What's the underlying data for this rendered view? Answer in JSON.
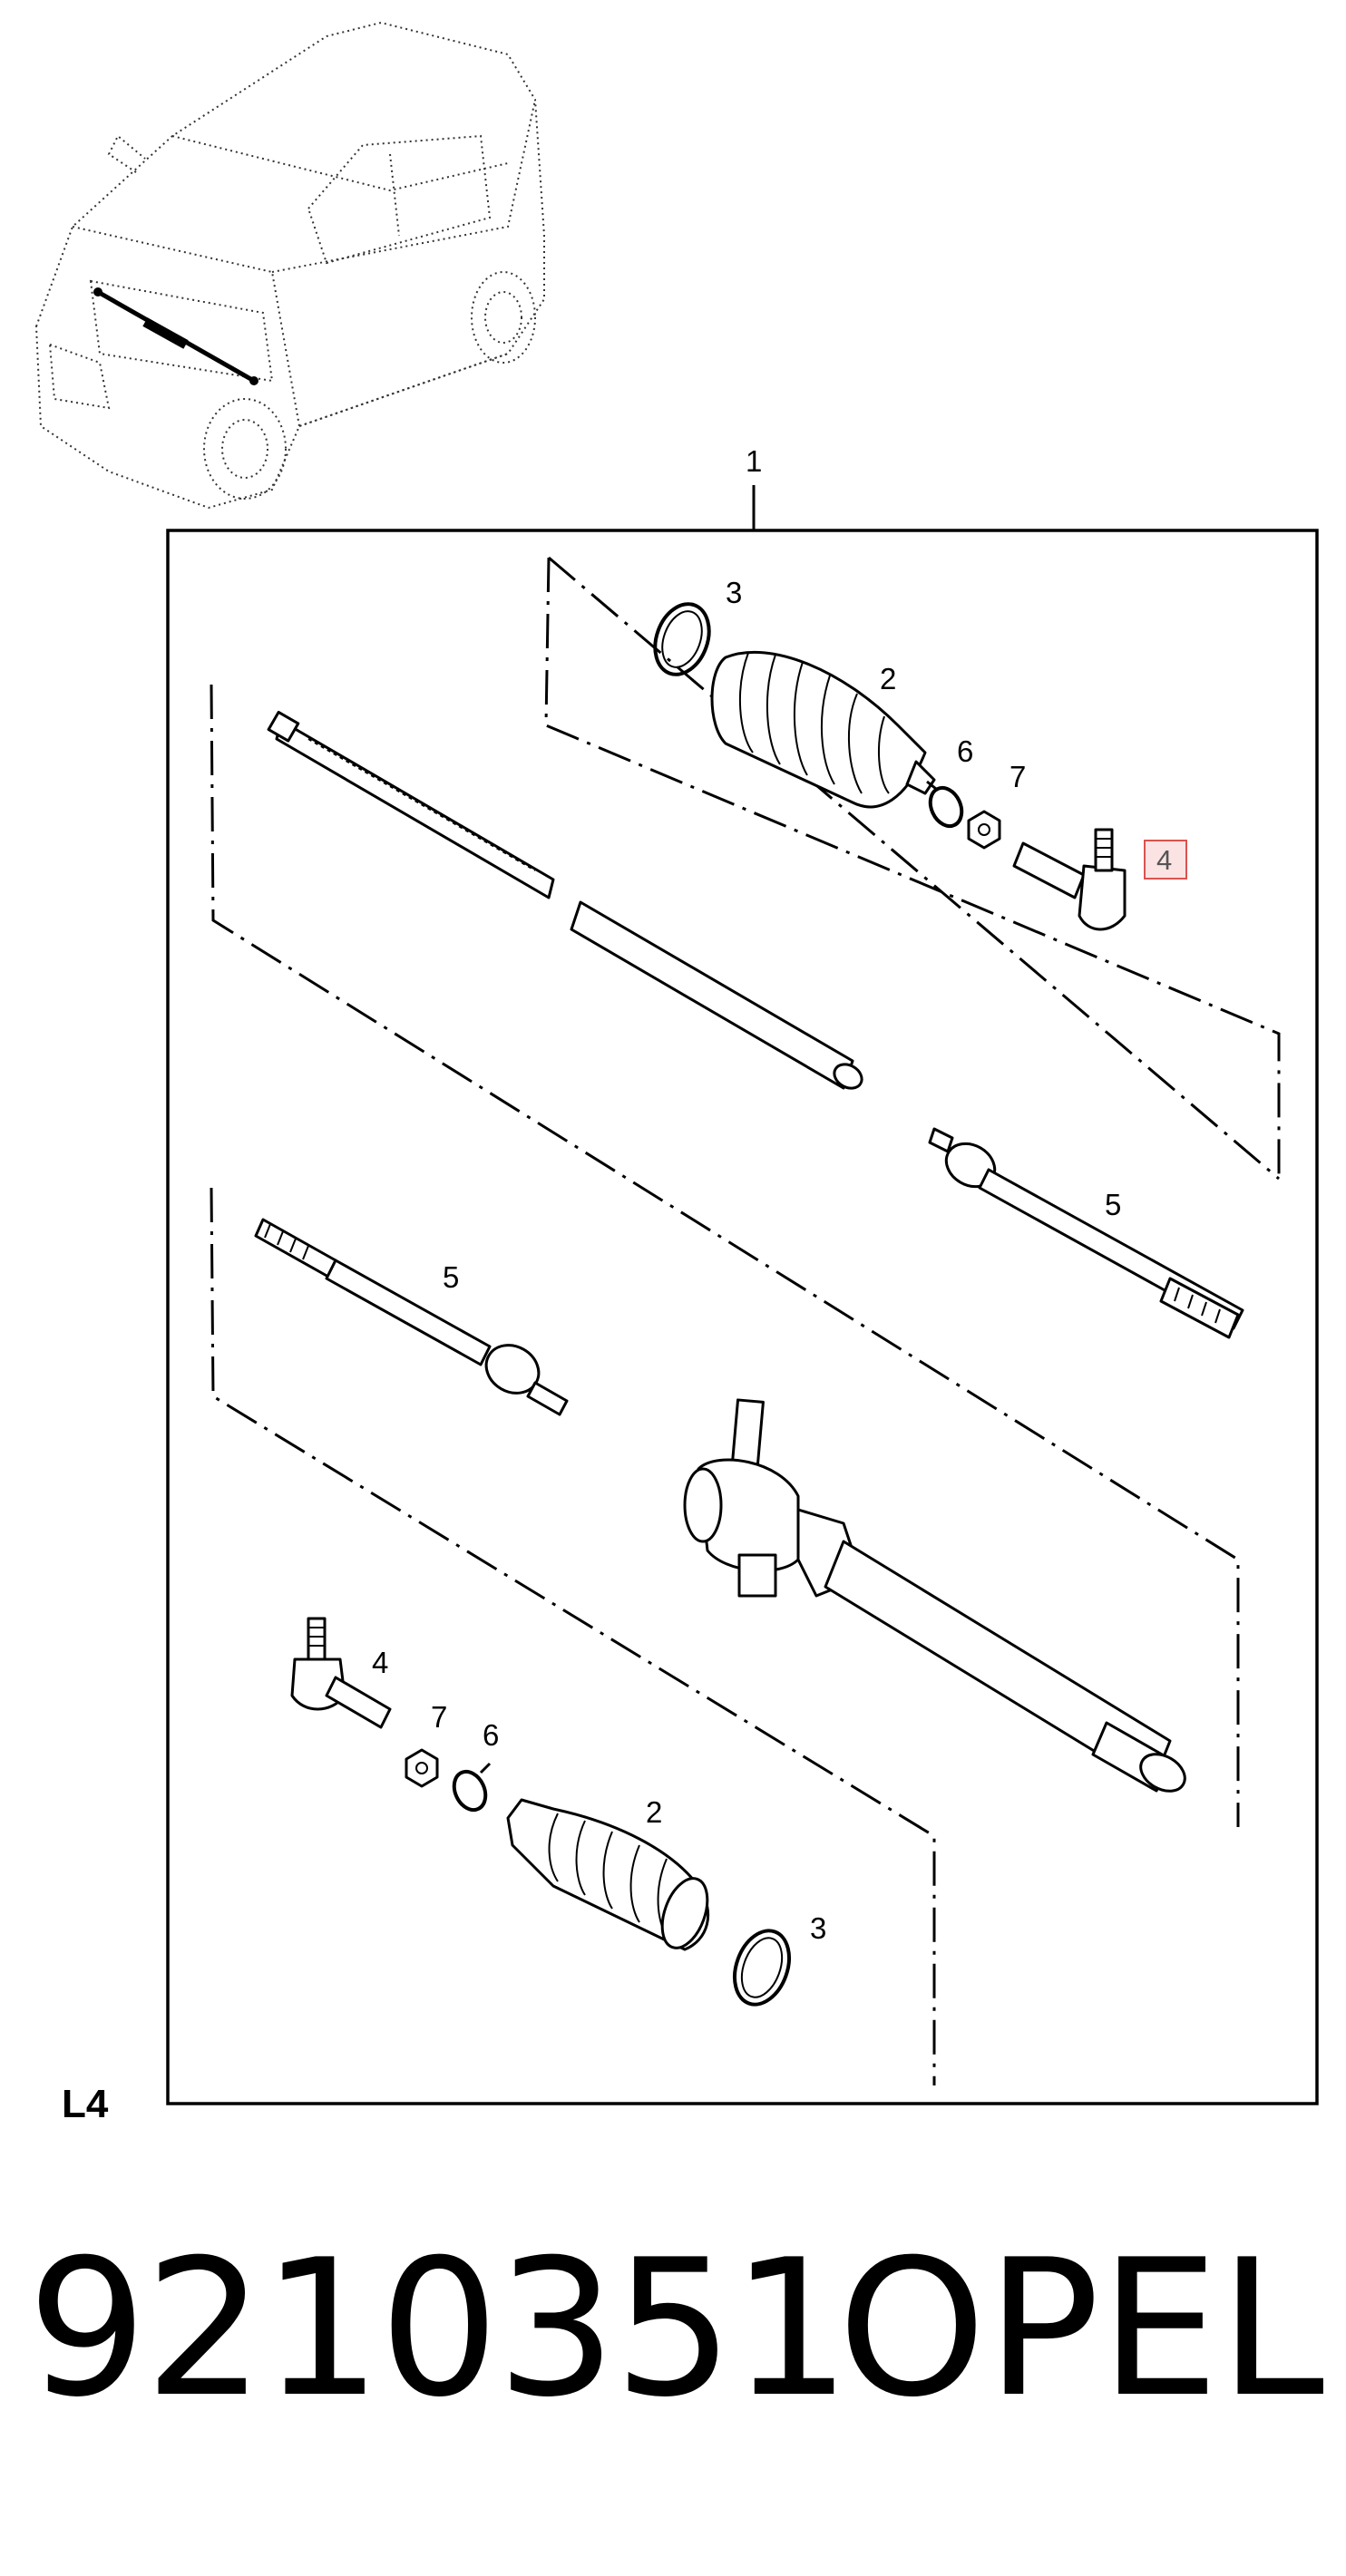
{
  "diagram": {
    "main_callout": "1",
    "plate_code": "L4",
    "highlighted_callout": "4",
    "callouts": {
      "upper_clip": "3",
      "upper_boot": "2",
      "upper_clamp": "6",
      "upper_nut": "7",
      "upper_tie_rod_end": "4",
      "right_inner_tie_rod": "5",
      "left_inner_tie_rod": "5",
      "lower_tie_rod_end": "4",
      "lower_nut": "7",
      "lower_clamp": "6",
      "lower_boot": "2",
      "lower_clip": "3"
    },
    "colors": {
      "highlight_border": "#d9534f",
      "highlight_fill": "#fbe3e3",
      "ink": "#000000"
    }
  },
  "footer": {
    "part_number": "9210351",
    "brand": "OPEL"
  }
}
